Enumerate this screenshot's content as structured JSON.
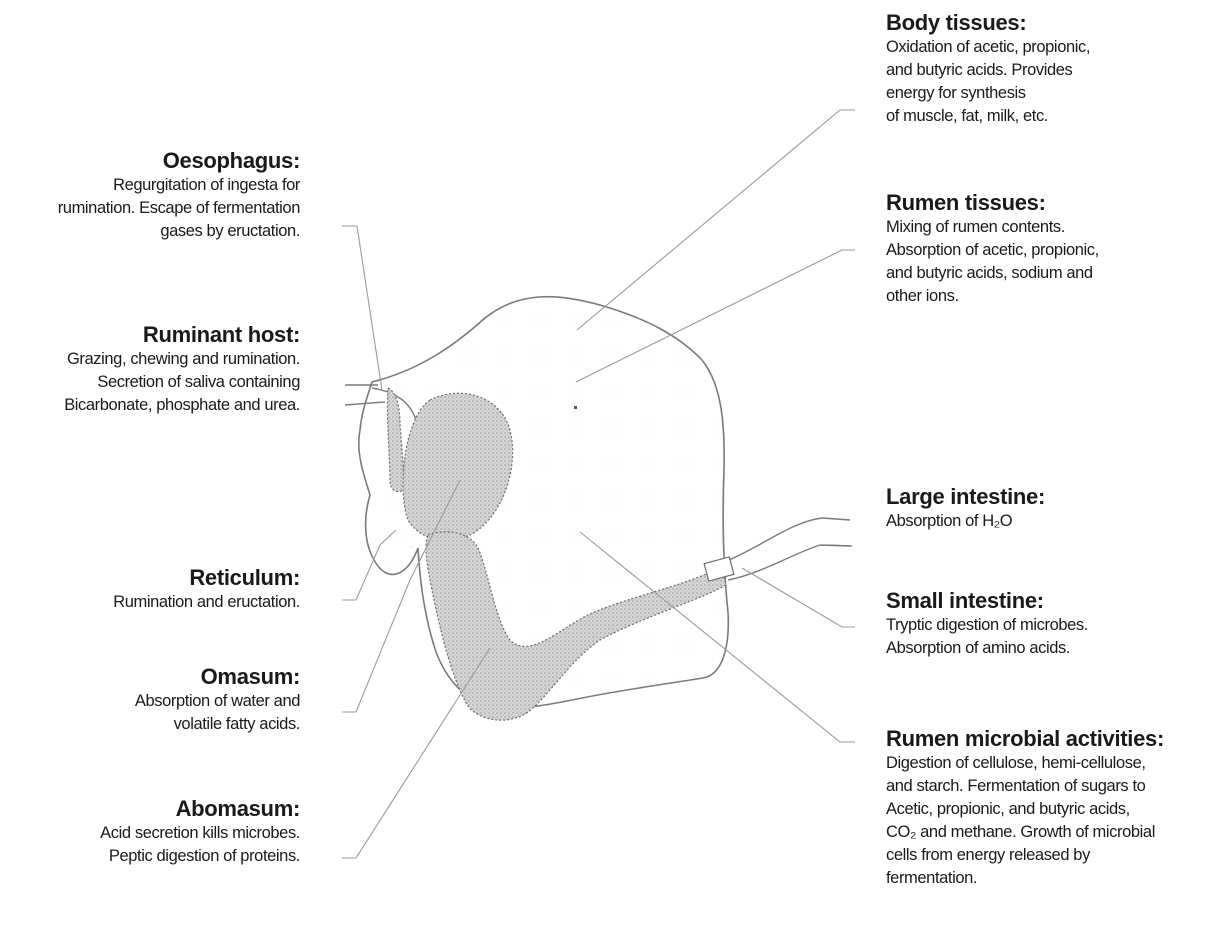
{
  "left_labels": [
    {
      "title": "Oesophagus:",
      "lines": [
        "Regurgitation of ingesta for",
        "rumination. Escape of fermentation",
        "gases by eructation."
      ]
    },
    {
      "title": "Ruminant host:",
      "lines": [
        "Grazing, chewing and rumination.",
        "Secretion of saliva containing",
        "Bicarbonate, phosphate and urea."
      ]
    },
    {
      "title": "Reticulum:",
      "lines": [
        "Rumination and eructation."
      ]
    },
    {
      "title": "Omasum:",
      "lines": [
        "Absorption of water and",
        "volatile fatty acids."
      ]
    },
    {
      "title": "Abomasum:",
      "lines": [
        "Acid secretion kills microbes.",
        "Peptic digestion of proteins."
      ]
    }
  ],
  "right_labels": [
    {
      "title": "Body tissues:",
      "lines": [
        "Oxidation of acetic, propionic,",
        "and butyric acids. Provides",
        "energy for synthesis",
        "of muscle, fat, milk, etc."
      ]
    },
    {
      "title": "Rumen tissues:",
      "lines": [
        "Mixing of rumen contents.",
        "Absorption of acetic, propionic,",
        "and butyric acids, sodium and",
        "other ions."
      ]
    },
    {
      "title": "Large intestine:",
      "lines": [
        "Absorption of H₂O"
      ]
    },
    {
      "title": "Small intestine:",
      "lines": [
        "Tryptic digestion of microbes.",
        "Absorption of amino acids."
      ]
    },
    {
      "title": "Rumen microbial activities:",
      "lines": [
        "Digestion of cellulose, hemi-cellulose,",
        "and starch. Fermentation of sugars to",
        "Acetic, propionic, and butyric acids,",
        "CO₂ and methane.  Growth of microbial",
        "cells from energy released  by",
        "fermentation."
      ]
    }
  ]
}
